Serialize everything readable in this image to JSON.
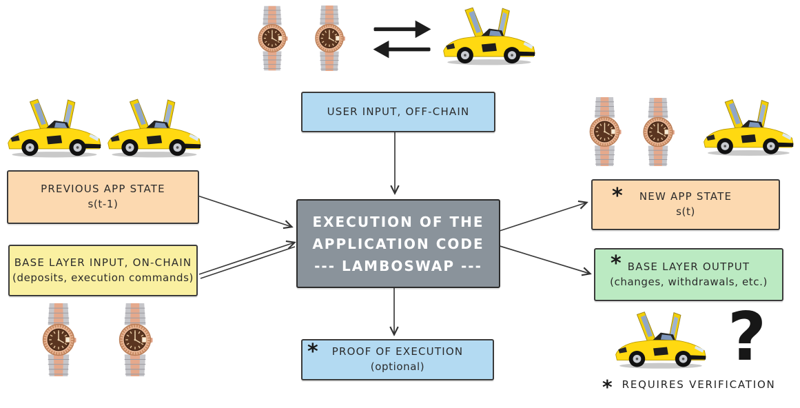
{
  "title": "LamboSwap execution flow diagram",
  "colors": {
    "background": "#ffffff",
    "blue_box": "#b3daf2",
    "orange_box": "#fcd9b0",
    "yellow_box": "#faf0a1",
    "green_box": "#bbeac2",
    "gray_box": "#8a939b",
    "border": "#3a3a3a",
    "arrow": "#333333",
    "car_yellow": "#ffd911",
    "watch_rose_gold": "#e5a98c",
    "watch_dial_brown": "#5a3520"
  },
  "icons": {
    "watch": "rolex-watch-icon",
    "car": "lamborghini-icon",
    "swap": "swap-arrows-icon",
    "question": "question-mark"
  },
  "boxes": {
    "user_input": {
      "line1": "USER INPUT, OFF-CHAIN",
      "fill": "#b3daf2"
    },
    "previous_state": {
      "line1": "PREVIOUS APP STATE",
      "line2": "s(t-1)",
      "fill": "#fcd9b0"
    },
    "base_input": {
      "line1": "BASE LAYER INPUT, ON-CHAIN",
      "line2": "(deposits, execution commands)",
      "fill": "#faf0a1"
    },
    "execution": {
      "line1": "EXECUTION OF THE",
      "line2": "APPLICATION CODE",
      "line3": "--- LAMBOSWAP ---",
      "fill": "#8a939b",
      "text_color": "#ffffff"
    },
    "new_state": {
      "marker": "*",
      "line1": "NEW APP STATE",
      "line2": "s(t)",
      "fill": "#fcd9b0"
    },
    "base_output": {
      "marker": "*",
      "line1": "BASE LAYER OUTPUT",
      "line2": "(changes, withdrawals, etc.)",
      "fill": "#bbeac2"
    },
    "proof": {
      "marker": "*",
      "line1": "PROOF OF EXECUTION",
      "line2": "(optional)",
      "fill": "#b3daf2"
    }
  },
  "legend": {
    "marker": "*",
    "text": "REQUIRES VERIFICATION"
  },
  "question_mark": "?"
}
